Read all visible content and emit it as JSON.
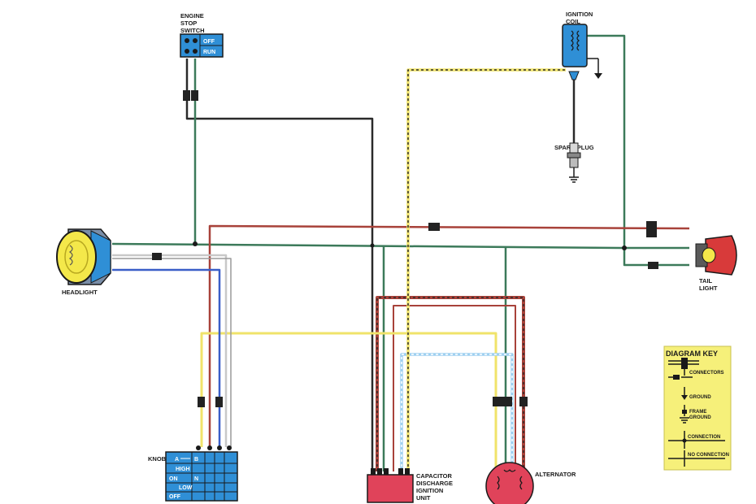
{
  "labels": {
    "engine_stop_switch": [
      "ENGINE",
      "STOP",
      "SWITCH"
    ],
    "switch_off": "OFF",
    "switch_run": "RUN",
    "ignition_coil": [
      "IGNITION",
      "COIL"
    ],
    "spark_plug": "SPARK PLUG",
    "headlight": "HEADLIGHT",
    "tail_light": [
      "TAIL",
      "LIGHT"
    ],
    "knob": "KNOB",
    "knob_a": "A",
    "knob_b": "B",
    "high": "HIGH",
    "on": "ON",
    "n": "N",
    "low": "LOW",
    "off": "OFF",
    "cdi": [
      "CAPACITOR",
      "DISCHARGE",
      "IGNITION",
      "UNIT"
    ],
    "alternator": "ALTERNATOR"
  },
  "key": {
    "title": "DIAGRAM KEY",
    "connectors": "CONNECTORS",
    "ground": "GROUND",
    "frame_ground": [
      "FRAME",
      "GROUND"
    ],
    "connection": "CONNECTION",
    "no_connection": "NO CONNECTION"
  },
  "colors": {
    "wire_black": "#2a2a2a",
    "wire_green": "#3c7a5a",
    "wire_red": "#a8423a",
    "wire_blue": "#3a5ec8",
    "wire_yellow": "#f0e36a",
    "wire_white": "#c8c8c8",
    "component_blue": "#2f8fd6",
    "component_red": "#e0435a",
    "key_background": "#f6f07a"
  }
}
